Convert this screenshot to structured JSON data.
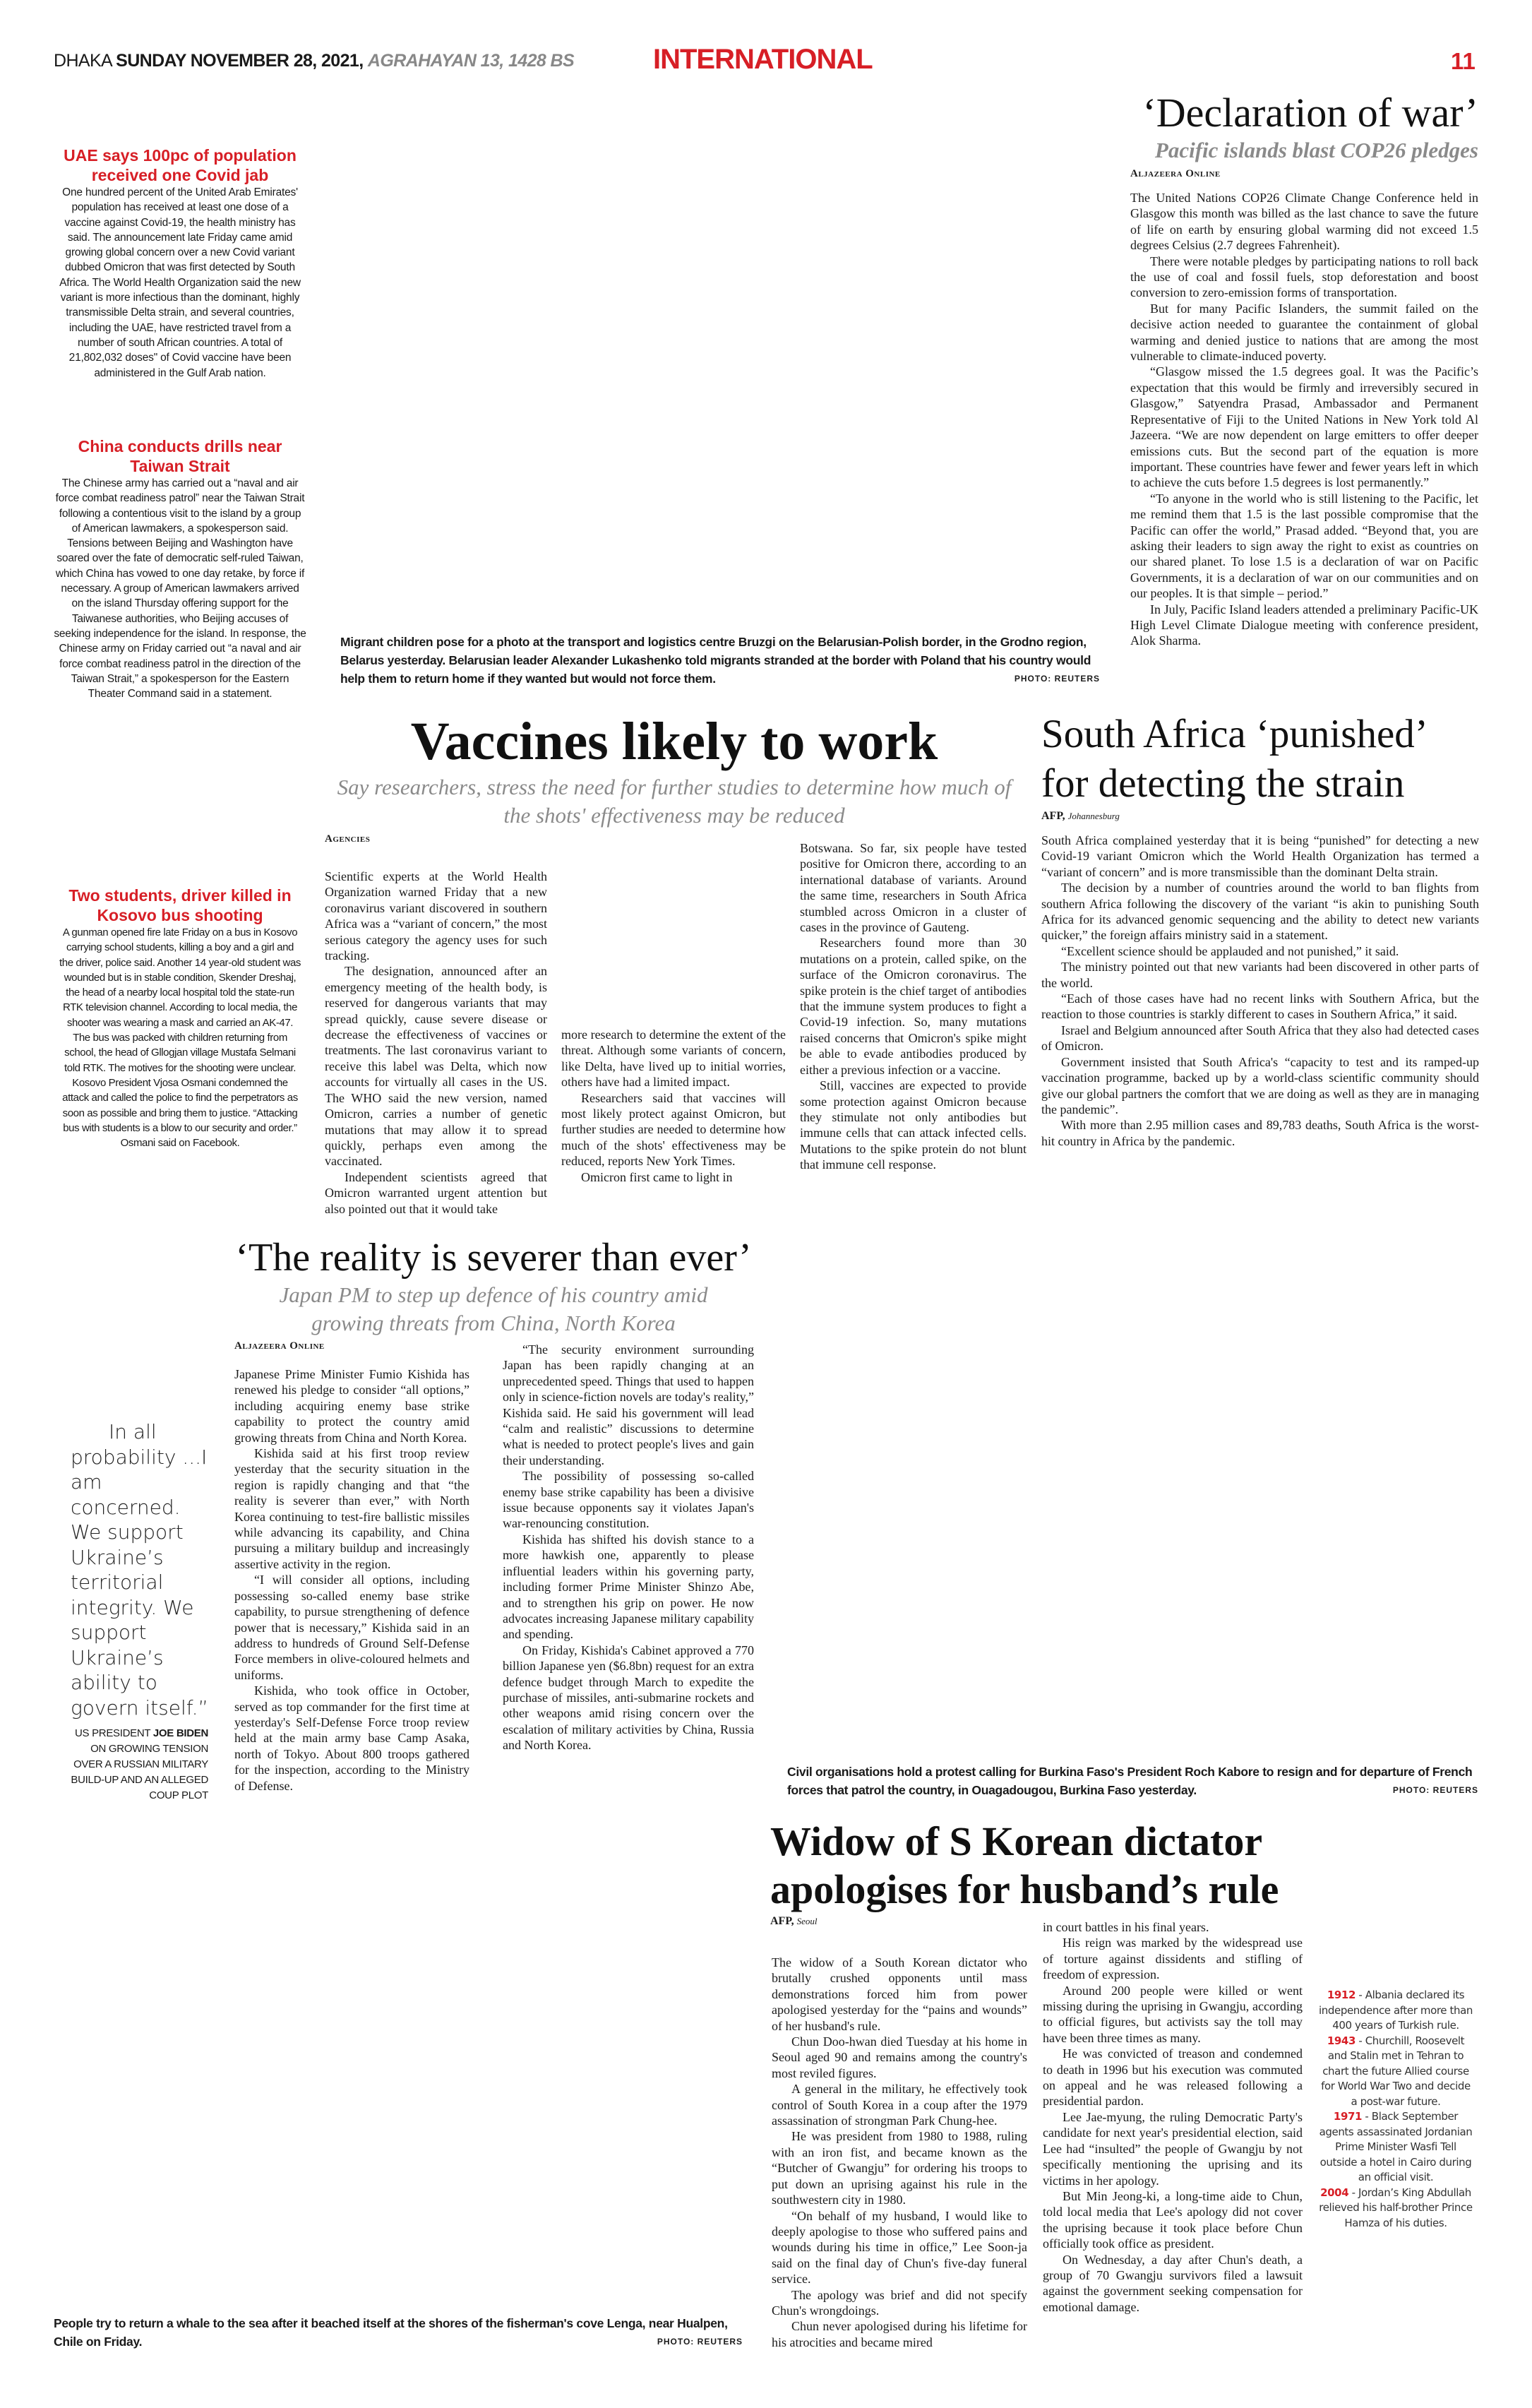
{
  "masthead": {
    "city": "DHAKA",
    "date": "SUNDAY NOVEMBER 28, 2021,",
    "bangla_date": "AGRAHAYAN 13, 1428 BS",
    "section": "INTERNATIONAL",
    "page": "11"
  },
  "briefs": [
    {
      "title": "UAE says 100pc of population received one Covid jab",
      "body": "One hundred percent of the United Arab Emirates' population has received at least one dose of a vaccine against Covid-19, the health ministry has said. The announcement late Friday came amid growing global concern over a new Covid variant dubbed Omicron that was first detected by South Africa. The World Health Organization said the new variant is more infectious than the dominant, highly transmissible Delta strain, and several countries, including the UAE, have restricted travel from a number of south African countries. A total of 21,802,032 doses\" of Covid vaccine have been administered in the Gulf Arab nation."
    },
    {
      "title": "China conducts drills near Taiwan Strait",
      "body": "The Chinese army has carried out a “naval and air force combat readiness patrol” near the Taiwan Strait following a contentious visit to the island by a group of American lawmakers, a spokesperson said. Tensions between Beijing and Washington have soared over the fate of democratic self-ruled Taiwan, which China has vowed to one day retake, by force if necessary. A group of American lawmakers arrived on the island Thursday offering support for the Taiwanese authorities, who Beijing accuses of seeking independence for the island. In response, the Chinese army on Friday carried out “a naval and air force combat readiness patrol in the direction of the Taiwan Strait,” a spokesperson for the Eastern Theater Command said in a statement."
    },
    {
      "title": "Two students, driver killed in Kosovo bus shooting",
      "body": "A gunman opened fire late Friday on a bus in Kosovo carrying school students, killing a boy and a girl and the driver, police said. Another 14 year-old student was wounded but is in stable condition, Skender Dreshaj, the head of a nearby local hospital told the state-run RTK television channel. According to local media, the shooter was wearing a mask and carried an AK-47. The bus was packed with children returning from school, the head of Gllogjan village Mustafa Selmani told RTK. The motives for the shooting were unclear. Kosovo President Vjosa Osmani condemned the attack and called the police to find the perpetrators as soon as possible and bring them to justice. “Attacking bus with students is a blow to our security and order.” Osmani said on Facebook."
    }
  ],
  "quote": {
    "text": "In all probability ...I am concerned. We support Ukraine’s territorial integrity. We support Ukraine’s ability to govern itself.”",
    "attr_pre": "US PRESIDENT",
    "attr_name": "JOE BIDEN",
    "attr_post": "ON GROWING TENSION OVER A RUSSIAN MILITARY BUILD-UP AND AN ALLEGED COUP PLOT"
  },
  "declaration": {
    "headline": "‘Declaration of war’",
    "subhead": "Pacific islands blast COP26 pledges",
    "byline": "Aljazeera Online",
    "paragraphs": [
      "The United Nations COP26 Climate Change Conference held in Glasgow this month was billed as the last chance to save the future of life on earth by ensuring global warming did not exceed 1.5 degrees Celsius (2.7 degrees Fahrenheit).",
      "There were notable pledges by participating nations to roll back the use of coal and fossil fuels, stop deforestation and boost conversion to zero-emission forms of transportation.",
      "But for many Pacific Islanders, the summit failed on the decisive action needed to guarantee the containment of global warming and denied justice to nations that are among the most vulnerable to climate-induced poverty.",
      "“Glasgow missed the 1.5 degrees goal. It was the Pacific’s expectation that this would be firmly and irreversibly secured in Glasgow,” Satyendra Prasad, Ambassador and Permanent Representative of Fiji to the United Nations in New York told Al Jazeera. “We are now dependent on large emitters to offer deeper emissions cuts. But the second part of the equation is more important. These countries have fewer and fewer years left in which to achieve the cuts before 1.5 degrees is lost permanently.”",
      "“To anyone in the world who is still listening to the Pacific, let me remind them that 1.5 is the last possible compromise that the Pacific can offer the world,” Prasad added. “Beyond that, you are asking their leaders to sign away the right to exist as countries on our shared planet. To lose 1.5 is a declaration of war on Pacific Governments, it is a declaration of war on our communities and on our peoples. It is that simple – period.”",
      "In July, Pacific Island leaders attended a preliminary Pacific-UK High Level Climate Dialogue meeting with conference president, Alok Sharma."
    ]
  },
  "photo1": {
    "caption": "Migrant children pose for a photo at the transport and logistics centre Bruzgi on the Belarusian-Polish border, in the Grodno region, Belarus yesterday. Belarusian leader Alexander Lukashenko told migrants stranded at the border with Poland that his country would help them to return home if they wanted but would not force them.",
    "credit_label": "PHOTO:",
    "credit": "REUTERS"
  },
  "vaccines": {
    "headline": "Vaccines likely to work",
    "subhead": "Say researchers, stress the need for further studies to determine how much of the shots' effectiveness may be reduced",
    "byline": "Agencies",
    "col1": [
      "Scientific experts at the World Health Organization warned Friday that a new coronavirus variant discovered in southern Africa was a “variant of concern,” the most serious category the agency uses for such tracking.",
      "The designation, announced after an emergency meeting of the health body, is reserved for dangerous variants that may spread quickly, cause severe disease or decrease the effectiveness of vaccines or treatments. The last coronavirus variant to receive this label was Delta, which now accounts for virtually all cases in the US. The WHO said the new version, named Omicron, carries a number of genetic mutations that may allow it to spread quickly, perhaps even among the vaccinated.",
      "Independent scientists agreed that Omicron warranted urgent attention but also pointed out that it would take"
    ],
    "col2": [
      "more research to determine the extent of the threat. Although some variants of concern, like Delta, have lived up to initial worries, others have had a limited impact.",
      "Researchers said that vaccines will most likely protect against Omicron, but further studies are needed to determine how much of the shots' effectiveness may be reduced, reports New York Times.",
      "Omicron first came to light in"
    ],
    "col3": [
      "Botswana. So far, six people have tested positive for Omicron there, according to an international database of variants. Around the same time, researchers in South Africa stumbled across Omicron in a cluster of cases in the province of Gauteng.",
      "Researchers found more than 30 mutations on a protein, called spike, on the surface of the Omicron coronavirus. The spike protein is the chief target of antibodies that the immune system produces to fight a Covid-19 infection. So, many mutations raised concerns that Omicron's spike might be able to evade antibodies produced by either a previous infection or a vaccine.",
      "Still, vaccines are expected to provide some protection against Omicron because they stimulate not only antibodies but immune cells that can attack infected cells. Mutations to the spike protein do not blunt that immune cell response."
    ]
  },
  "south_africa": {
    "headline": "South Africa ‘punished’ for detecting the strain",
    "byline_agency": "AFP,",
    "byline_place": "Johannesburg",
    "paragraphs": [
      "South Africa complained yesterday that it is being “punished” for detecting a new Covid-19 variant Omicron which the World Health Organization has termed a “variant of concern” and is more transmissible than the dominant Delta strain.",
      "The decision by a number of countries around the world to ban flights from southern Africa following the discovery of the variant “is akin to punishing South Africa for its advanced genomic sequencing and the ability to detect new variants quicker,” the foreign affairs ministry said in a statement.",
      "“Excellent science should be applauded and not punished,” it said.",
      "The ministry pointed out that new variants had been discovered in other parts of the world.",
      "“Each of those cases have had no recent links with Southern Africa, but the reaction to those countries is starkly different to cases in Southern Africa,” it said.",
      "Israel and Belgium announced after South Africa that they also had detected cases of Omicron.",
      "Government insisted that South Africa's “capacity to test and its ramped-up vaccination programme, backed up by a world-class scientific community should give our global partners the comfort that we are doing as well as they are in managing the pandemic”.",
      "With more than 2.95 million cases and 89,783 deaths, South Africa is the worst-hit country in Africa by the pandemic."
    ]
  },
  "reality": {
    "headline": "‘The reality is severer than ever’",
    "subhead": "Japan PM to step up defence of his country amid growing threats from China, North Korea",
    "byline": "Aljazeera Online",
    "col1": [
      "Japanese Prime Minister Fumio Kishida has renewed his pledge to consider “all options,” including acquiring enemy base strike capability to protect the country amid growing threats from China and North Korea.",
      "Kishida said at his first troop review yesterday that the security situation in the region is rapidly changing and that “the reality is severer than ever,” with North Korea continuing to test-fire ballistic missiles while advancing its capability, and China pursuing a military buildup and increasingly assertive activity in the region.",
      "“I will consider all options, including possessing so-called enemy base strike capability, to pursue strengthening of defence power that is necessary,” Kishida said in an address to hundreds of Ground Self-Defense Force members in olive-coloured helmets and uniforms.",
      "Kishida, who took office in October, served as top commander for the first time at yesterday's Self-Defense Force troop review held at the main army base Camp Asaka, north of Tokyo. About 800 troops gathered for the inspection, according to the Ministry of Defense."
    ],
    "col2": [
      "“The security environment surrounding Japan has been rapidly changing at an unprecedented speed. Things that used to happen only in science-fiction novels are today's reality,” Kishida said. He said his government will lead “calm and realistic” discussions to determine what is needed to protect people's lives and gain their understanding.",
      "The possibility of possessing so-called enemy base strike capability has been a divisive issue because opponents say it violates Japan's war-renouncing constitution.",
      "Kishida has shifted his dovish stance to a more hawkish one, apparently to please influential leaders within his governing party, including former Prime Minister Shinzo Abe, and to strengthen his grip on power. He now advocates increasing Japanese military capability and spending.",
      "On Friday, Kishida's Cabinet approved a 770 billion Japanese yen ($6.8bn) request for an extra defence budget through March to expedite the purchase of missiles, anti-submarine rockets and other weapons amid rising concern over the escalation of military activities by China, Russia and North Korea."
    ]
  },
  "photo2": {
    "caption": "Civil organisations hold a protest calling for Burkina Faso's President Roch Kabore to resign and for departure of French forces that patrol the country, in Ouagadougou, Burkina Faso yesterday.",
    "credit_label": "PHOTO:",
    "credit": "REUTERS"
  },
  "widow": {
    "headline": "Widow of S Korean dictator apologises for husband’s rule",
    "byline_agency": "AFP,",
    "byline_place": "Seoul",
    "col1": [
      "The widow of a South Korean dictator who brutally crushed opponents until mass demonstrations forced him from power apologised yesterday for the “pains and wounds” of her husband's rule.",
      "Chun Doo-hwan died Tuesday at his home in Seoul aged 90 and remains among the country's most reviled figures.",
      "A general in the military, he effectively took control of South Korea in a coup after the 1979 assassination of strongman Park Chung-hee.",
      "He was president from 1980 to 1988, ruling with an iron fist, and became known as the “Butcher of Gwangju” for ordering his troops to put down an uprising against his rule in the southwestern city in 1980.",
      "“On behalf of my husband, I would like to deeply apologise to those who suffered pains and wounds during his time in office,” Lee Soon-ja said on the final day of Chun's five-day funeral service.",
      "The apology was brief and did not specify Chun's wrongdoings.",
      "Chun never apologised during his lifetime for his atrocities and became mired"
    ],
    "col2": [
      "in court battles in his final years.",
      "His reign was marked by the widespread use of torture against dissidents and stifling of freedom of expression.",
      "Around 200 people were killed or went missing during the uprising in Gwangju, according to official figures, but activists say the toll may have been three times as many.",
      "He was convicted of treason and condemned to death in 1996 but his execution was commuted on appeal and he was released following a presidential pardon.",
      "Lee Jae-myung, the ruling Democratic Party's candidate for next year's presidential election, said Lee had “insulted” the people of Gwangju by not specifically mentioning the uprising and its victims in her apology.",
      "But Min Jeong-ki, a long-time aide to Chun, told local media that Lee's apology did not cover the uprising because it took place before Chun officially took office as president.",
      "On Wednesday, a day after Chun's death, a group of 70 Gwangju survivors filed a lawsuit against the government seeking compensation for emotional damage."
    ]
  },
  "on_this_day": [
    {
      "year": "1912",
      "text": " - Albania declared its independence after more than 400 years of Turkish rule."
    },
    {
      "year": "1943",
      "text": " - Churchill, Roosevelt and Stalin met in Tehran to chart the future Allied course for World War Two and decide a post-war future."
    },
    {
      "year": "1971",
      "text": " - Black September agents assassinated Jordanian Prime Minister Wasfi Tell outside a hotel in Cairo during an official visit."
    },
    {
      "year": "2004",
      "text": " - Jordan’s King Abdullah relieved his half-brother Prince Hamza of his duties."
    }
  ],
  "photo3": {
    "caption": "People try to return a whale to the sea after it beached itself at the shores of the fisherman's cove Lenga, near Hualpen, Chile on Friday.",
    "credit_label": "PHOTO:",
    "credit": "REUTERS"
  },
  "colors": {
    "accent": "#d71f26",
    "subhead_gray": "#8a8a8a"
  }
}
